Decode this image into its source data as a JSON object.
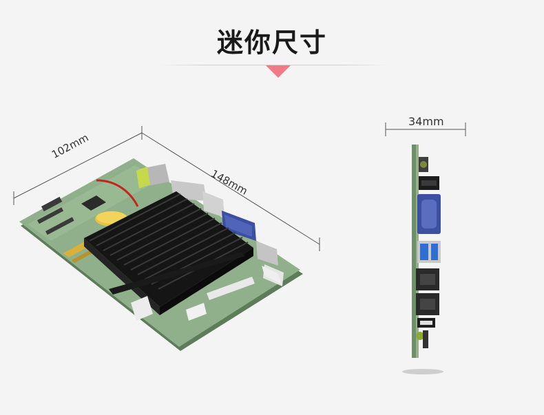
{
  "header": {
    "title": "迷你尺寸"
  },
  "dimensions": {
    "width": "102mm",
    "length": "148mm",
    "thickness": "34mm"
  },
  "colors": {
    "accent": "#f07a86",
    "pcb_green": "#8fb08a",
    "heatsink": "#1c1c1c",
    "vga_blue": "#3c4fa0",
    "usb_blue": "#2f6fd1"
  },
  "images": [
    {
      "name": "motherboard-angled-photo"
    },
    {
      "name": "motherboard-side-profile-photo"
    }
  ]
}
